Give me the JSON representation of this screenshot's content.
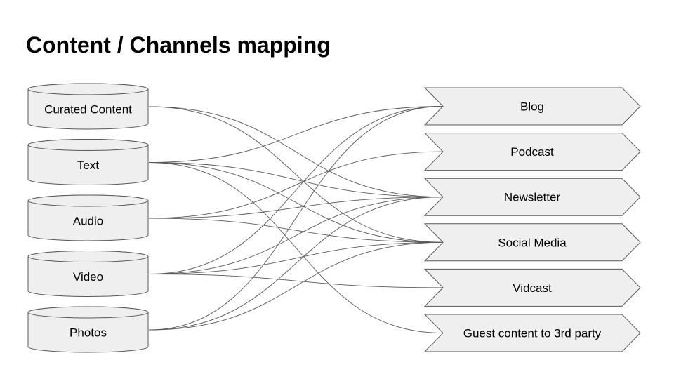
{
  "title": "Content / Channels mapping",
  "colors": {
    "shape_fill": "#efefef",
    "stroke": "#595959",
    "text": "#000000"
  },
  "sources": [
    "Curated Content",
    "Text",
    "Audio",
    "Video",
    "Photos"
  ],
  "channels": [
    "Blog",
    "Podcast",
    "Newsletter",
    "Social Media",
    "Vidcast",
    "Guest content to 3rd party"
  ],
  "mappings": [
    {
      "from": "Curated Content",
      "to": [
        "Newsletter",
        "Social Media"
      ]
    },
    {
      "from": "Text",
      "to": [
        "Blog",
        "Newsletter",
        "Social Media",
        "Guest content to 3rd party"
      ]
    },
    {
      "from": "Audio",
      "to": [
        "Podcast",
        "Newsletter",
        "Social Media"
      ]
    },
    {
      "from": "Video",
      "to": [
        "Blog",
        "Newsletter",
        "Social Media",
        "Vidcast"
      ]
    },
    {
      "from": "Photos",
      "to": [
        "Blog",
        "Newsletter",
        "Social Media"
      ]
    }
  ]
}
